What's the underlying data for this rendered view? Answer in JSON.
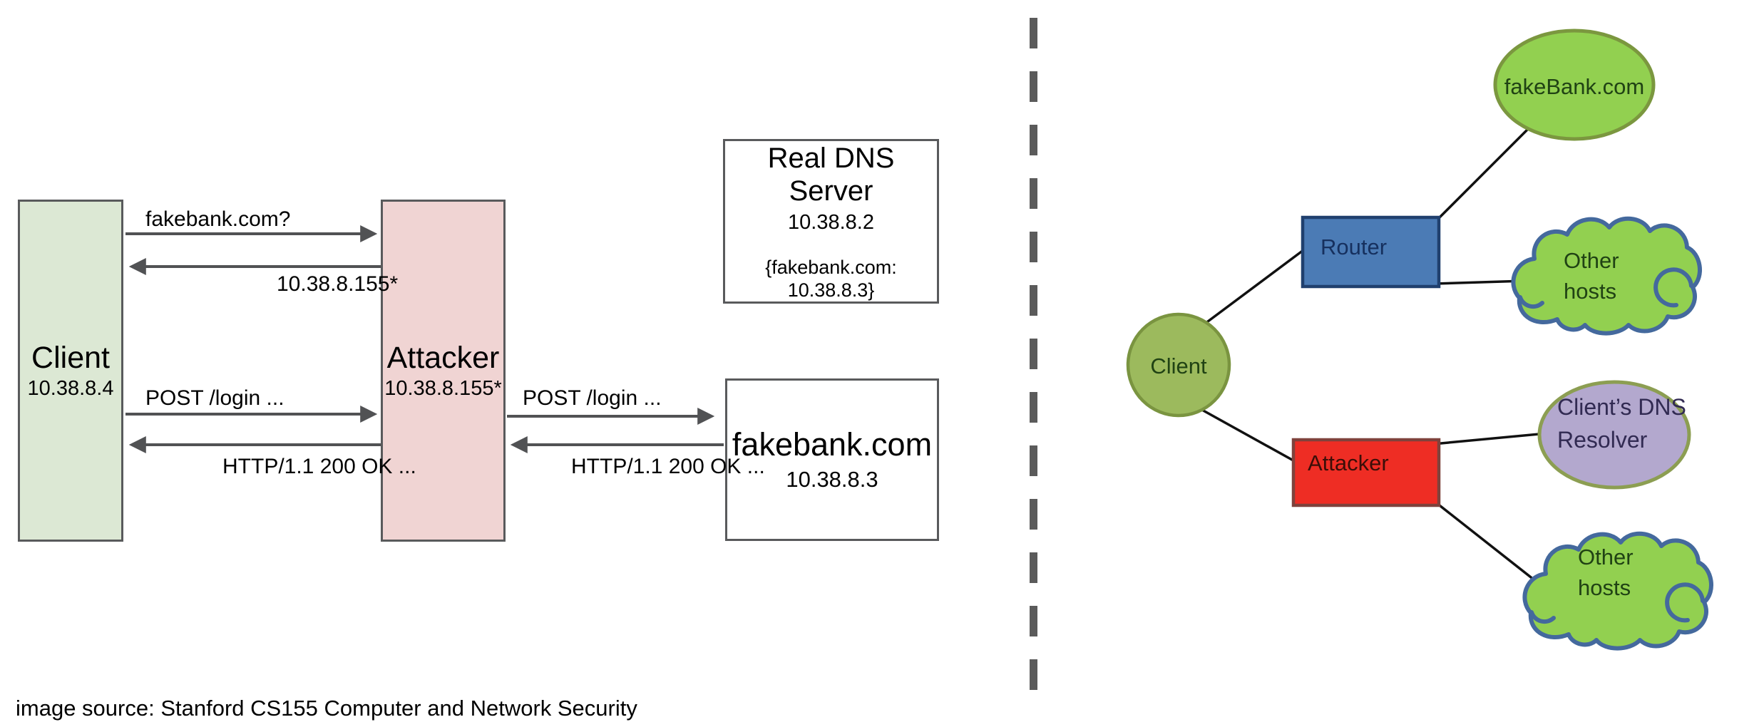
{
  "seq": {
    "client": {
      "name": "Client",
      "ip": "10.38.8.4"
    },
    "attacker": {
      "name": "Attacker",
      "ip": "10.38.8.155*"
    },
    "dns_server": {
      "name_line1": "Real DNS",
      "name_line2": "Server",
      "ip": "10.38.8.2",
      "record": "{fakebank.com: 10.38.8.3}"
    },
    "fakebank": {
      "name": "fakebank.com",
      "ip": "10.38.8.3"
    },
    "messages": {
      "dns_query": "fakebank.com?",
      "dns_reply": "10.38.8.155*",
      "post_client": "POST /login ...",
      "ok_client": "HTTP/1.1 200 OK ...",
      "post_attacker": "POST /login ...",
      "ok_attacker": "HTTP/1.1 200 OK ..."
    }
  },
  "topology": {
    "fakebank": "fakeBank.com",
    "router": "Router",
    "client": "Client",
    "attacker": "Attacker",
    "resolver_line1": "Client’s DNS",
    "resolver_line2": "Resolver",
    "other_hosts_top_line1": "Other",
    "other_hosts_top_line2": "hosts",
    "other_hosts_bottom_line1": "Other",
    "other_hosts_bottom_line2": "hosts"
  },
  "caption": "image source: Stanford CS155 Computer and Network Security",
  "colors": {
    "box_border": "#595a5c",
    "arrow": "#515254",
    "divider": "#5b5b5b",
    "client_fill": "#dce8d4",
    "attacker_fill": "#f0d4d3",
    "wire": "#111111",
    "node_green": "#92d050",
    "cloud_border": "#44699d",
    "olive_border": "#7b973f",
    "router_fill": "#4b7bb5",
    "router_border": "#20406e",
    "red_fill": "#ee2d24",
    "red_border": "#7f423c",
    "resolver_fill": "#b3a8ce",
    "resolver_border": "#8c9e52",
    "client_circle_fill": "#9cba5d",
    "client_circle_border": "#7a9440"
  }
}
